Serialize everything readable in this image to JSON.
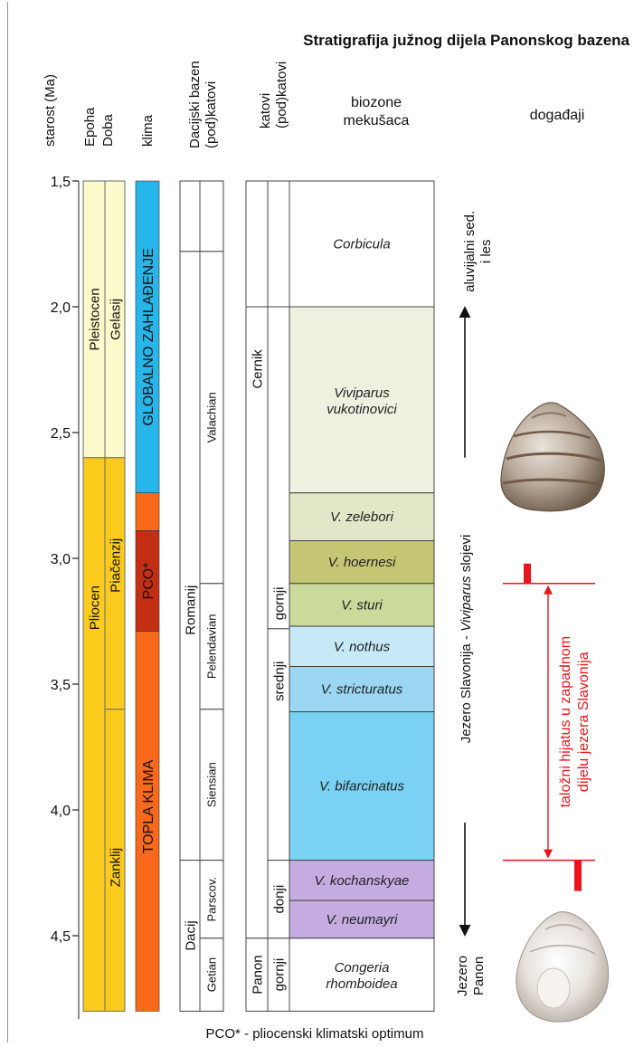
{
  "title": "Stratigrafija južnog dijela Panonskog bazena",
  "footnote": "PCO* - pliocenski klimatski optimum",
  "headers": {
    "age": "starost (Ma)",
    "epoha": "Epoha",
    "doba": "Doba",
    "klima": "klima",
    "dacian_1": "Dacijski bazen",
    "dacian_2": "(pod)katovi",
    "katovi_1": "katovi",
    "katovi_2": "(pod)katovi",
    "biozone_1": "biozone",
    "biozone_2": "mekušaca",
    "events": "događaji"
  },
  "axis": {
    "ticks": [
      "1,5",
      "2,0",
      "2,5",
      "3,0",
      "3,5",
      "4,0",
      "4,5"
    ],
    "range_ma": [
      1.5,
      4.8
    ]
  },
  "colors": {
    "pleistocene": "#fbfacb",
    "pliocene": "#fdcb1d",
    "cold": "#27b6ea",
    "warm": "#f8691b",
    "pco": "#c42f14",
    "red": "#e8161a"
  },
  "epochs": [
    {
      "label": "Pleistocen",
      "from": 1.5,
      "to": 2.6,
      "color": "#fbfacb"
    },
    {
      "label": "Pliocen",
      "from": 2.6,
      "to": 4.8,
      "color": "#fdcb1d"
    }
  ],
  "ages": [
    {
      "label": "Gelasij",
      "from": 1.5,
      "to": 2.6,
      "color": "#fbfacb"
    },
    {
      "label": "Piačenzij",
      "from": 2.6,
      "to": 3.6,
      "color": "#fdcb1d"
    },
    {
      "label": "Zanklij",
      "from": 3.6,
      "to": 4.8,
      "color": "#fdcb1d"
    }
  ],
  "climate": [
    {
      "label": "GLOBALNO ZAHLAĐENJE",
      "from": 1.5,
      "to": 2.74,
      "color": "#27b6ea"
    },
    {
      "label": "",
      "from": 2.74,
      "to": 2.89,
      "color": "#f8691b"
    },
    {
      "label": "PCO*",
      "from": 2.89,
      "to": 3.29,
      "color": "#c42f14"
    },
    {
      "label": "TOPLA KLIMA",
      "from": 3.29,
      "to": 4.8,
      "color": "#f8691b"
    }
  ],
  "dacian_main": [
    {
      "label": "",
      "from": 1.5,
      "to": 1.78
    },
    {
      "label": "Romanij",
      "from": 1.78,
      "to": 4.2
    },
    {
      "label": "Dacij",
      "from": 4.2,
      "to": 4.8
    }
  ],
  "dacian_sub": [
    {
      "label": "",
      "from": 1.5,
      "to": 1.78
    },
    {
      "label": "Valachian",
      "from": 1.78,
      "to": 3.1
    },
    {
      "label": "Pelendavian",
      "from": 3.1,
      "to": 3.6
    },
    {
      "label": "Siensian",
      "from": 3.6,
      "to": 4.2
    },
    {
      "label": "Parscov.",
      "from": 4.2,
      "to": 4.51
    },
    {
      "label": "Getian",
      "from": 4.51,
      "to": 4.8
    }
  ],
  "stages": [
    {
      "label": "",
      "from": 1.5,
      "to": 2.0
    },
    {
      "label": "Cernik",
      "from": 2.0,
      "to": 4.51
    },
    {
      "label": "Panon",
      "from": 4.51,
      "to": 4.8
    }
  ],
  "substages": [
    {
      "label": "",
      "from": 1.5,
      "to": 2.0
    },
    {
      "label": "gornji",
      "from": 2.0,
      "to": 3.28
    },
    {
      "label": "srednji",
      "from": 3.28,
      "to": 4.2
    },
    {
      "label": "donji",
      "from": 4.2,
      "to": 4.51
    },
    {
      "label": "gornji",
      "from": 4.51,
      "to": 4.8
    }
  ],
  "biozones": [
    {
      "line1": "Corbicula",
      "line2": "",
      "from": 1.5,
      "to": 2.0,
      "color": "#ffffff"
    },
    {
      "line1": "Viviparus",
      "line2": "vukotinovici",
      "from": 2.0,
      "to": 2.74,
      "color": "#eef0e0"
    },
    {
      "line1": "V. zelebori",
      "line2": "",
      "from": 2.74,
      "to": 2.93,
      "color": "#e3e7c8"
    },
    {
      "line1": "V. hoernesi",
      "line2": "",
      "from": 2.93,
      "to": 3.1,
      "color": "#c4c673"
    },
    {
      "line1": "V. sturi",
      "line2": "",
      "from": 3.1,
      "to": 3.27,
      "color": "#cbd99b"
    },
    {
      "line1": "V. nothus",
      "line2": "",
      "from": 3.27,
      "to": 3.43,
      "color": "#c7e9f7"
    },
    {
      "line1": "V. stricturatus",
      "line2": "",
      "from": 3.43,
      "to": 3.61,
      "color": "#9bd7f3"
    },
    {
      "line1": "V. bifarcinatus",
      "line2": "",
      "from": 3.61,
      "to": 4.2,
      "color": "#79d1f3"
    },
    {
      "line1": "V. kochanskyae",
      "line2": "",
      "from": 4.2,
      "to": 4.36,
      "color": "#c5ace0"
    },
    {
      "line1": "V. neumayri",
      "line2": "",
      "from": 4.36,
      "to": 4.51,
      "color": "#c5ace0"
    },
    {
      "line1": "Congeria",
      "line2": "rhomboidea",
      "from": 4.51,
      "to": 4.8,
      "color": "#ffffff"
    }
  ],
  "events": {
    "alluvial_1": "aluvijalni sed.",
    "alluvial_2": "i les",
    "lake_prefix": "Jezero Slavonija - ",
    "lake_italic": "Viviparus",
    "lake_suffix": " slojevi",
    "panon_1": "Jezero",
    "panon_2": "Panon",
    "hiatus_1": "taložni hijatus u zapadnom",
    "hiatus_2": "dijelu jezera Slavonija",
    "hiatus_from": 3.1,
    "hiatus_to": 4.2
  }
}
